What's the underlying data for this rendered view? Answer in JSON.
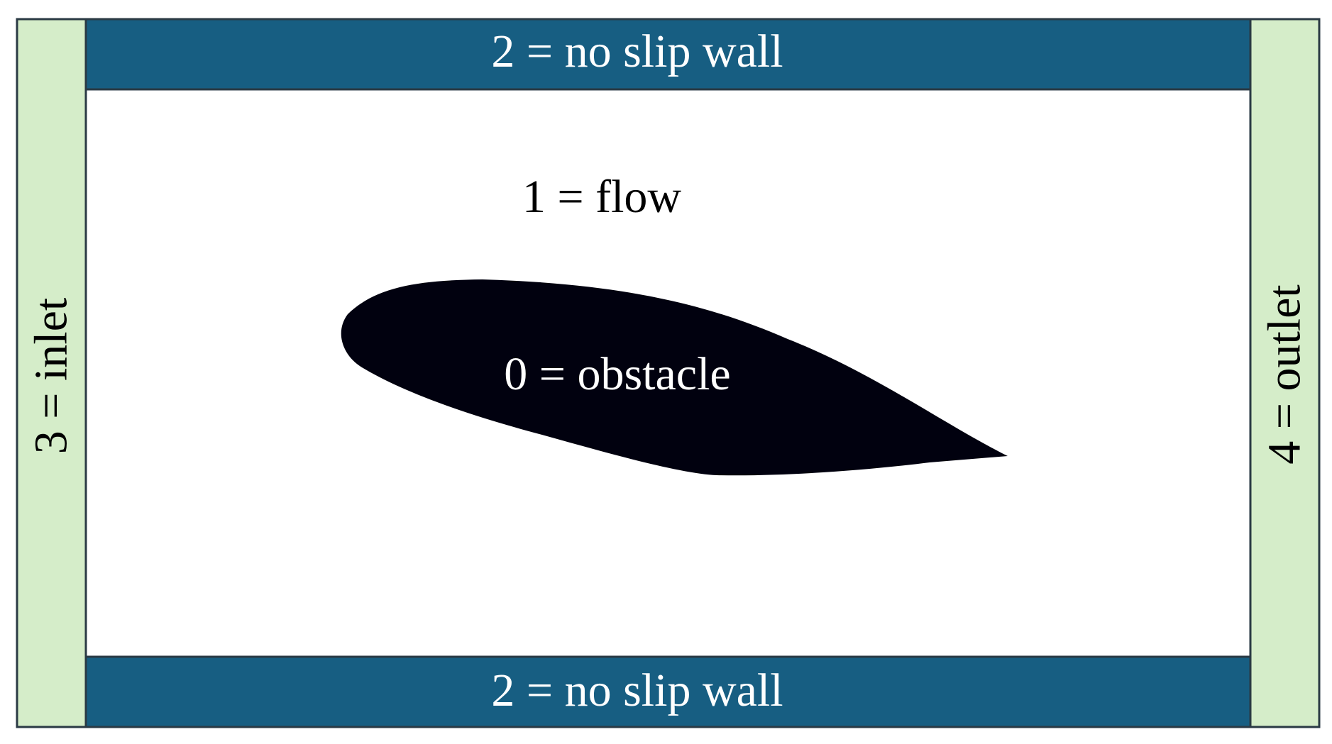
{
  "labels": {
    "top_wall": "2 = no slip wall",
    "bottom_wall": "2 = no slip wall",
    "inlet": "3 = inlet",
    "outlet": "4 = outlet",
    "flow": "1 = flow",
    "obstacle": "0 = obstacle"
  },
  "colors": {
    "wall": "#175E82",
    "inlet_outlet": "#D5EDC9",
    "flow": "#FFFFFF",
    "obstacle": "#01010F",
    "border": "#2A3A44",
    "wall_text": "#FFFFFF",
    "flow_text": "#000000",
    "obstacle_text": "#FFFFFF"
  }
}
